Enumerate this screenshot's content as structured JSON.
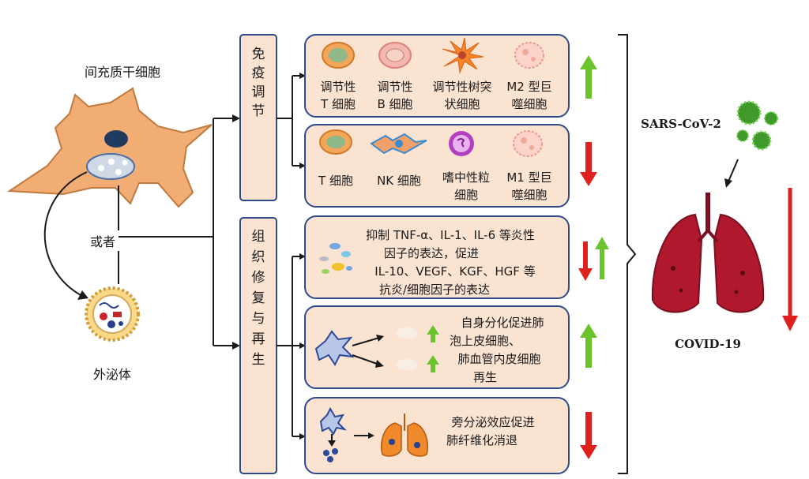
{
  "colors": {
    "box_fill": "#fbe3d2",
    "box_border": "#2e4a8a",
    "arrow_up": "#6bc42e",
    "arrow_down": "#e0201c",
    "lung": "#b0182e",
    "virus": "#3f9a2a",
    "cell": "#f0a870"
  },
  "source": {
    "msc_label": "间充质干细胞",
    "or_label": "或者",
    "exosome_label": "外泌体"
  },
  "categories": {
    "immune": "免疫调节",
    "repair": "组织修复与再生"
  },
  "immune_up": {
    "cells": [
      {
        "line1": "调节性",
        "line2": "T 细胞",
        "icon": "treg-cell-icon"
      },
      {
        "line1": "调节性",
        "line2": "B 细胞",
        "icon": "breg-cell-icon"
      },
      {
        "line1": "调节性树突",
        "line2": "状细胞",
        "icon": "dendritic-cell-icon"
      },
      {
        "line1": "M2 型巨",
        "line2": "噬细胞",
        "icon": "m2-macrophage-icon"
      }
    ],
    "trend": "up"
  },
  "immune_down": {
    "cells": [
      {
        "line1": "T 细胞",
        "line2": "",
        "icon": "t-cell-icon"
      },
      {
        "line1": "NK 细胞",
        "line2": "",
        "icon": "nk-cell-icon"
      },
      {
        "line1": "嗜中性粒",
        "line2": "细胞",
        "icon": "neutrophil-icon"
      },
      {
        "line1": "M1 型巨",
        "line2": "噬细胞",
        "icon": "m1-macrophage-icon"
      }
    ],
    "trend": "down"
  },
  "repair_cytokine": {
    "lines": [
      "抑制 TNF-α、IL-1、IL-6 等炎性",
      "因子的表达，促进",
      "IL-10、VEGF、KGF、HGF 等",
      "抗炎/细胞因子的表达"
    ],
    "trend": "down-up"
  },
  "repair_differentiation": {
    "lines": [
      "自身分化促进肺",
      "泡上皮细胞、",
      "肺血管内皮细胞",
      "再生"
    ],
    "trend": "up"
  },
  "repair_fibrosis": {
    "lines": [
      "旁分泌效应促进",
      "肺纤维化消退"
    ],
    "trend": "down"
  },
  "disease": {
    "virus_label": "SARS-CoV-2",
    "disease_label": "COVID-19",
    "trend": "down"
  }
}
